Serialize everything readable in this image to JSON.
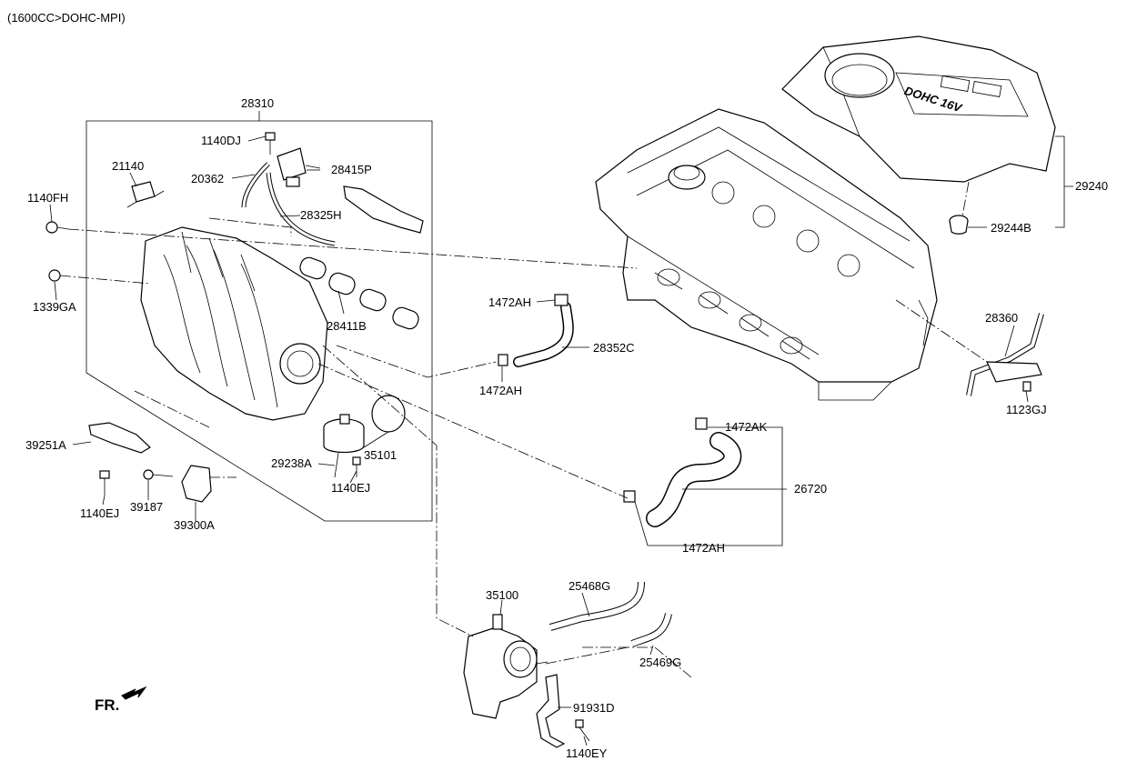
{
  "header": {
    "engine_spec": "(1600CC>DOHC-MPI)"
  },
  "cover": {
    "badge": "DOHC 16V"
  },
  "parts": {
    "p28310": "28310",
    "p1140DJ": "1140DJ",
    "p21140": "21140",
    "p20362": "20362",
    "p28415P": "28415P",
    "p1140FH": "1140FH",
    "p28325H": "28325H",
    "p1339GA": "1339GA",
    "p28411B": "28411B",
    "p39251A": "39251A",
    "p29238A": "29238A",
    "p35101": "35101",
    "p1140EJ_a": "1140EJ",
    "p1140EJ_b": "1140EJ",
    "p39187": "39187",
    "p39300A": "39300A",
    "p1472AH_a": "1472AH",
    "p28352C": "28352C",
    "p1472AH_b": "1472AH",
    "p1472AK": "1472AK",
    "p26720": "26720",
    "p1472AH_c": "1472AH",
    "p29240": "29240",
    "p29244B": "29244B",
    "p28360": "28360",
    "p1123GJ": "1123GJ",
    "p35100": "35100",
    "p25468G": "25468G",
    "p25469G": "25469G",
    "p91931D": "91931D",
    "p1140EY": "1140EY"
  },
  "footer": {
    "front_marker": "FR."
  }
}
